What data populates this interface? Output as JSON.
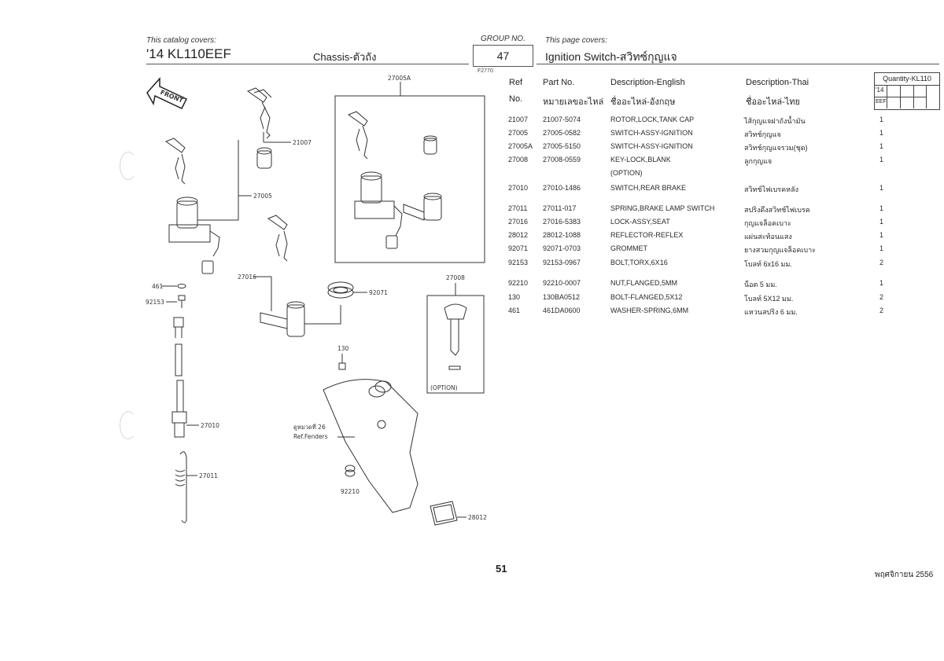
{
  "header": {
    "catalog_covers_label": "This catalog covers:",
    "model": "'14 KL110EEF",
    "chassis": "Chassis-ตัวถัง",
    "group_label": "GROUP NO.",
    "group_no": "47",
    "page_covers_label": "This page covers:",
    "page_title": "Ignition Switch-สวิทซ์กุญแจ",
    "figure_code": "F2770"
  },
  "table": {
    "headers": {
      "ref": "Ref",
      "ref_no": "No.",
      "part_no": "Part No.",
      "part_no_thai": "หมายเลขอะไหล่",
      "desc_en": "Description-English",
      "desc_en_thai": "ชื่ออะไหล่-อังกฤษ",
      "desc_th": "Description-Thai",
      "desc_th_thai": "ชื่ออะไหล่-ไทย"
    },
    "quantity": {
      "title": "Quantity-KL110",
      "year": "'14",
      "variant": "EEF"
    },
    "rows": [
      {
        "ref": "21007",
        "part": "21007-5074",
        "en": "ROTOR,LOCK,TANK CAP",
        "th": "ไส้กุญแจฝาถังน้ำมัน",
        "qty": "1"
      },
      {
        "ref": "27005",
        "part": "27005-0582",
        "en": "SWITCH-ASSY-IGNITION",
        "th": "สวิทช์กุญแจ",
        "qty": "1"
      },
      {
        "ref": "27005A",
        "part": "27005-5150",
        "en": "SWITCH-ASSY-IGNITION",
        "th": "สวิทช์กุญแจรวม(ชุด)",
        "qty": "1"
      },
      {
        "ref": "27008",
        "part": "27008-0559",
        "en": "KEY-LOCK,BLANK",
        "th": "ลูกกุญแจ",
        "qty": "1"
      },
      {
        "ref": "",
        "part": "",
        "en": "(OPTION)",
        "th": "",
        "qty": ""
      },
      {
        "ref": "27010",
        "part": "27010-1486",
        "en": "SWITCH,REAR BRAKE",
        "th": "สวิทช์ไฟเบรคหลัง",
        "qty": "1"
      },
      {
        "ref": "27011",
        "part": "27011-017",
        "en": "SPRING,BRAKE LAMP SWITCH",
        "th": "สปริงดึงสวิทช์ไฟเบรค",
        "qty": "1"
      },
      {
        "ref": "27016",
        "part": "27016-5383",
        "en": "LOCK-ASSY,SEAT",
        "th": "กุญแจล็อคเบาะ",
        "qty": "1"
      },
      {
        "ref": "28012",
        "part": "28012-1088",
        "en": "REFLECTOR-REFLEX",
        "th": "แผ่นสะท้อนแสง",
        "qty": "1"
      },
      {
        "ref": "92071",
        "part": "92071-0703",
        "en": "GROMMET",
        "th": "ยางสวมกุญแจล็อคเบาะ",
        "qty": "1"
      },
      {
        "ref": "92153",
        "part": "92153-0967",
        "en": "BOLT,TORX,6X16",
        "th": "โบลท์ 6x16 มม.",
        "qty": "2"
      },
      {
        "ref": "92210",
        "part": "92210-0007",
        "en": "NUT,FLANGED,5MM",
        "th": "น็อต 5 มม.",
        "qty": "1"
      },
      {
        "ref": "130",
        "part": "130BA0512",
        "en": "BOLT-FLANGED,5X12",
        "th": "โบลท์ 5X12 มม.",
        "qty": "2"
      },
      {
        "ref": "461",
        "part": "461DA0600",
        "en": "WASHER-SPRING,6MM",
        "th": "แหวนสปริง 6 มม.",
        "qty": "2"
      }
    ]
  },
  "diagram": {
    "front_label": "FRONT",
    "callouts": {
      "c27005A": "27005A",
      "c21007": "21007",
      "c27005": "27005",
      "c461": "461",
      "c92153": "92153",
      "c27016": "27016",
      "c92071": "92071",
      "c27008": "27008",
      "c130": "130",
      "c27010": "27010",
      "c27011": "27011",
      "c92210": "92210",
      "c28012": "28012"
    },
    "option_label": "(OPTION)",
    "ref_thai": "ดูหมวดที่ 26",
    "ref_en": "Ref.Fenders"
  },
  "footer": {
    "page_number": "51",
    "date": "พฤศจิกายน 2556"
  }
}
